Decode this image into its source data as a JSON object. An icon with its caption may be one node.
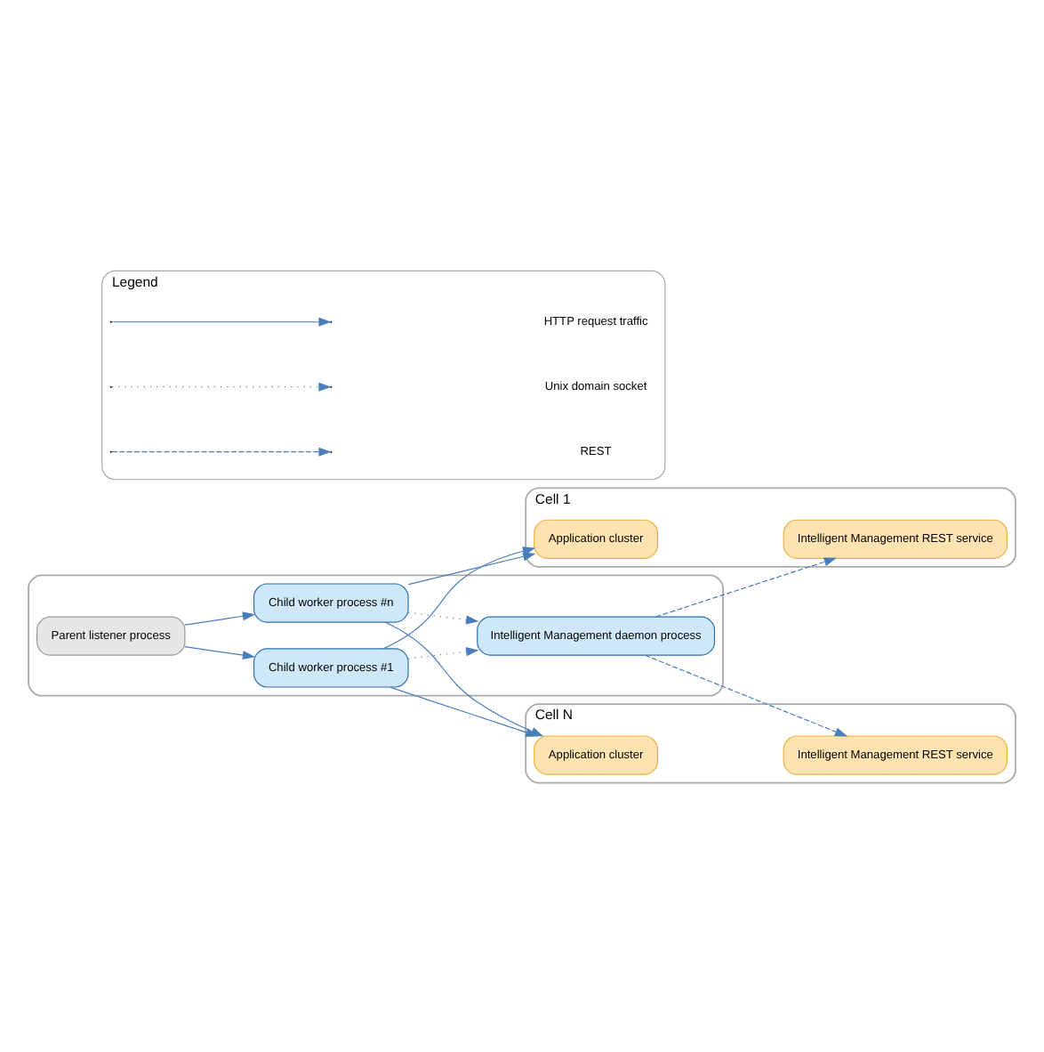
{
  "diagram": {
    "nodes": [
      {
        "text": [],
        "shape": "box"
      },
      {
        "text": [
          "Intelligent Management daemon process"
        ],
        "in": 0
      },
      {
        "text": [
          "Parent listener process"
        ],
        "in": 0
      },
      {
        "text": [
          "Child worker process #1"
        ],
        "in": 0
      },
      {
        "text": [
          "Child worker process #n"
        ],
        "in": 0
      },
      {
        "text": [
          "Cell 1"
        ]
      },
      {
        "text": [
          "Intelligent Management REST service"
        ],
        "in": 5
      },
      {
        "text": [
          "Application cluster"
        ],
        "in": 5
      },
      {
        "text": [
          "Cell N"
        ]
      },
      {
        "text": [
          "Intelligent Management REST service"
        ],
        "in": 8
      },
      {
        "text": [
          "Application cluster"
        ],
        "in": 8
      },
      {
        "text": [
          "Legend"
        ]
      }
    ],
    "edges": [
      {
        "from": 3,
        "to": 1,
        "arrow": "to",
        "style": "dashed"
      },
      {
        "from": 4,
        "to": 1,
        "arrow": "to",
        "style": "dashed"
      },
      {
        "from": 2,
        "to": 3,
        "arrow": "to"
      },
      {
        "from": 2,
        "to": 4,
        "arrow": "to"
      },
      {
        "from": 1,
        "to": 6,
        "arrow": "to",
        "style": "dashed"
      },
      {
        "from": 1,
        "to": 9,
        "arrow": "to",
        "style": "dashed"
      },
      {
        "from": 4,
        "to": 7,
        "arrow": "to"
      },
      {
        "from": 3,
        "to": 7,
        "arrow": "to"
      },
      {
        "from": 4,
        "to": 10,
        "arrow": "to"
      },
      {
        "from": 3,
        "to": 10,
        "arrow": "to"
      }
    ],
    "legend": [
      {
        "text": "HTTP request traffic"
      },
      {
        "text": "Unix domain socket"
      },
      {
        "text": "REST"
      }
    ]
  }
}
